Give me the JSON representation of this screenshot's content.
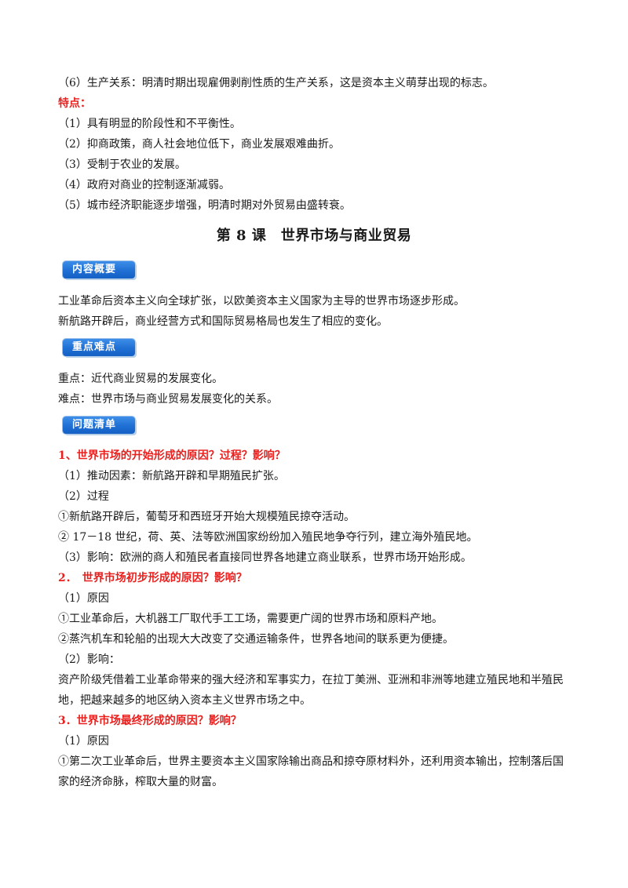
{
  "intro_lines": [
    "（6）生产关系：明清时期出现雇佣剥削性质的生产关系，这是资本主义萌芽出现的标志。"
  ],
  "features": {
    "heading": "特点：",
    "items": [
      "（1）具有明显的阶段性和不平衡性。",
      "（2）抑商政策，商人社会地位低下，商业发展艰难曲折。",
      "（3）受制于农业的发展。",
      "（4）政府对商业的控制逐渐减弱。",
      "（5）城市经济职能逐步增强，明清时期对外贸易由盛转衰。"
    ]
  },
  "lesson_title": "第 8 课　世界市场与商业贸易",
  "overview": {
    "tag": "内容概要",
    "lines": [
      "工业革命后资本主义向全球扩张，以欧美资本主义国家为主导的世界市场逐步形成。",
      "新航路开辟后，商业经营方式和国际贸易格局也发生了相应的变化。"
    ]
  },
  "key_points": {
    "tag": "重点难点",
    "lines": [
      "重点：近代商业贸易的发展变化。",
      "难点：世界市场与商业贸易发展变化的关系。"
    ]
  },
  "questions": {
    "tag": "问题清单",
    "q1": {
      "heading": "1、世界市场的开始形成的原因？过程？影响？",
      "lines": [
        "（1）推动因素：新航路开辟和早期殖民扩张。",
        "（2）过程",
        "①新航路开辟后，葡萄牙和西班牙开始大规模殖民掠夺活动。",
        "② 17－18 世纪，荷、英、法等欧洲国家纷纷加入殖民地争夺行列，建立海外殖民地。",
        "（3）影响：欧洲的商人和殖民者直接同世界各地建立商业联系，世界市场开始形成。"
      ]
    },
    "q2": {
      "heading": "2．　世界市场初步形成的原因？影响？",
      "lines": [
        "（1）原因",
        "①工业革命后，大机器工厂取代手工工场，需要更广阔的世界市场和原料产地。",
        "②蒸汽机车和轮船的出现大大改变了交通运输条件，世界各地间的联系更为便捷。",
        "（2）影响：",
        "资产阶级凭借着工业革命带来的强大经济和军事实力，在拉丁美洲、亚洲和非洲等地建立殖民地和半殖民",
        "地，把越来越多的地区纳入资本主义世界市场之中。"
      ]
    },
    "q3": {
      "heading": "3．世界市场最终形成的原因？影响？",
      "lines": [
        "（1）原因",
        "①第二次工业革命后，世界主要资本主义国家除输出商品和掠夺原材料外，还利用资本输出，控制落后国",
        "家的经济命脉，榨取大量的财富。"
      ]
    }
  }
}
